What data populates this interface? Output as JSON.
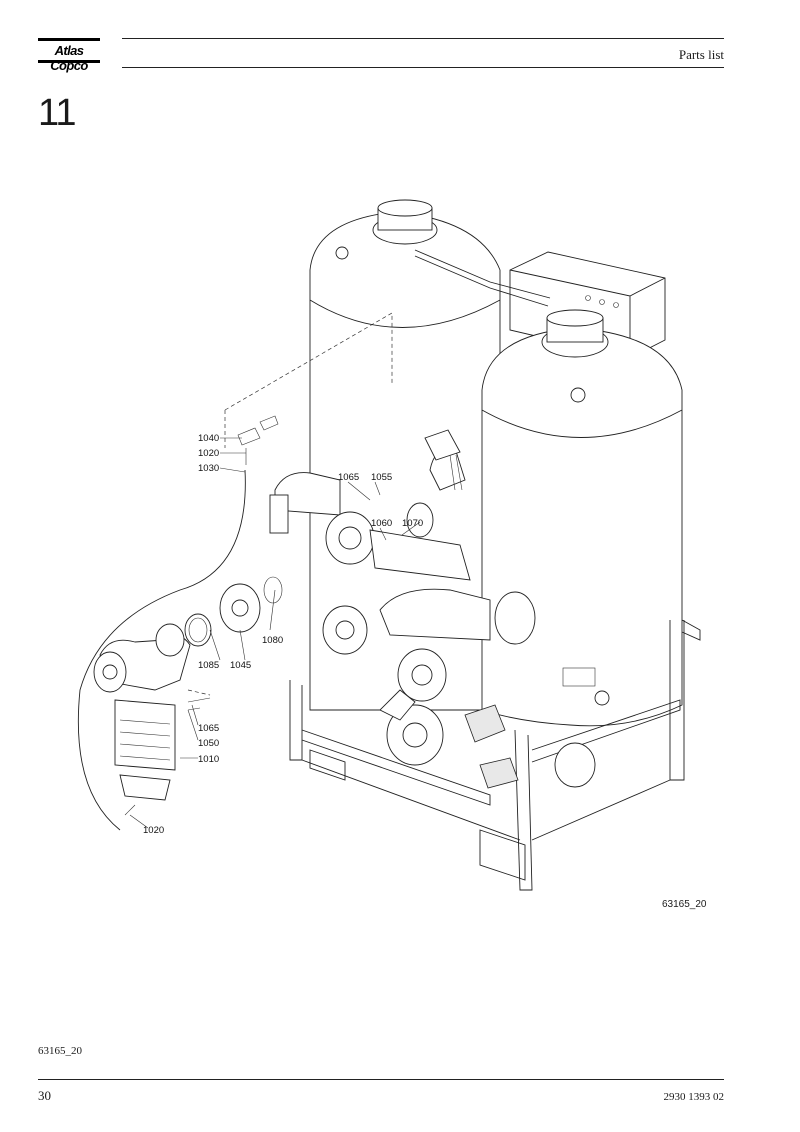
{
  "header": {
    "brand": "Atlas Copco",
    "title": "Parts list"
  },
  "section": {
    "number": "11"
  },
  "drawing": {
    "figure_ref": "63165_20",
    "callouts": [
      {
        "id": "c1040",
        "label": "1040"
      },
      {
        "id": "c1020a",
        "label": "1020"
      },
      {
        "id": "c1030",
        "label": "1030"
      },
      {
        "id": "c1065a",
        "label": "1065"
      },
      {
        "id": "c1055",
        "label": "1055"
      },
      {
        "id": "c1060",
        "label": "1060"
      },
      {
        "id": "c1070",
        "label": "1070"
      },
      {
        "id": "c1080",
        "label": "1080"
      },
      {
        "id": "c1085",
        "label": "1085"
      },
      {
        "id": "c1045",
        "label": "1045"
      },
      {
        "id": "c1065b",
        "label": "1065"
      },
      {
        "id": "c1050",
        "label": "1050"
      },
      {
        "id": "c1010",
        "label": "1010"
      },
      {
        "id": "c1020b",
        "label": "1020"
      }
    ]
  },
  "footer": {
    "figure_ref": "63165_20",
    "page_number": "30",
    "doc_number": "2930 1393 02"
  }
}
